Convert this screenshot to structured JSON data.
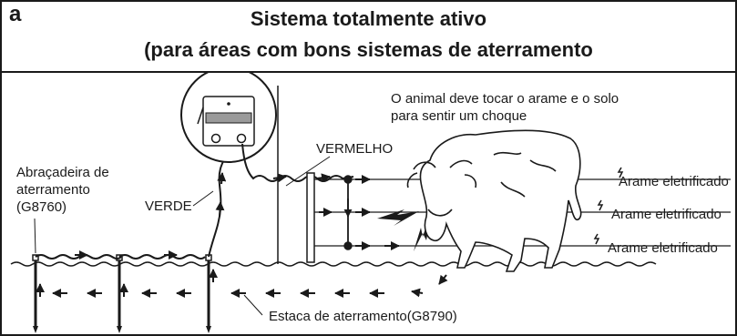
{
  "panel_letter": "a",
  "title_line1": "Sistema totalmente ativo",
  "title_line2": "(para áreas com bons sistemas de aterramento",
  "labels": {
    "note_line1": "O animal deve tocar o arame e o solo",
    "note_line2": "para sentir um choque",
    "clamp_line1": "Abraçadeira de",
    "clamp_line2": "aterramento",
    "clamp_line3": "(G8760)",
    "green": "VERDE",
    "red": "VERMELHO",
    "wire_1": "Arame eletrificado",
    "wire_2": "Arame eletrificado",
    "wire_3": "Arame eletrificado",
    "stake": "Estaca de aterramento(G8790)"
  },
  "colors": {
    "ink": "#1a1a1a",
    "background": "#ffffff"
  }
}
